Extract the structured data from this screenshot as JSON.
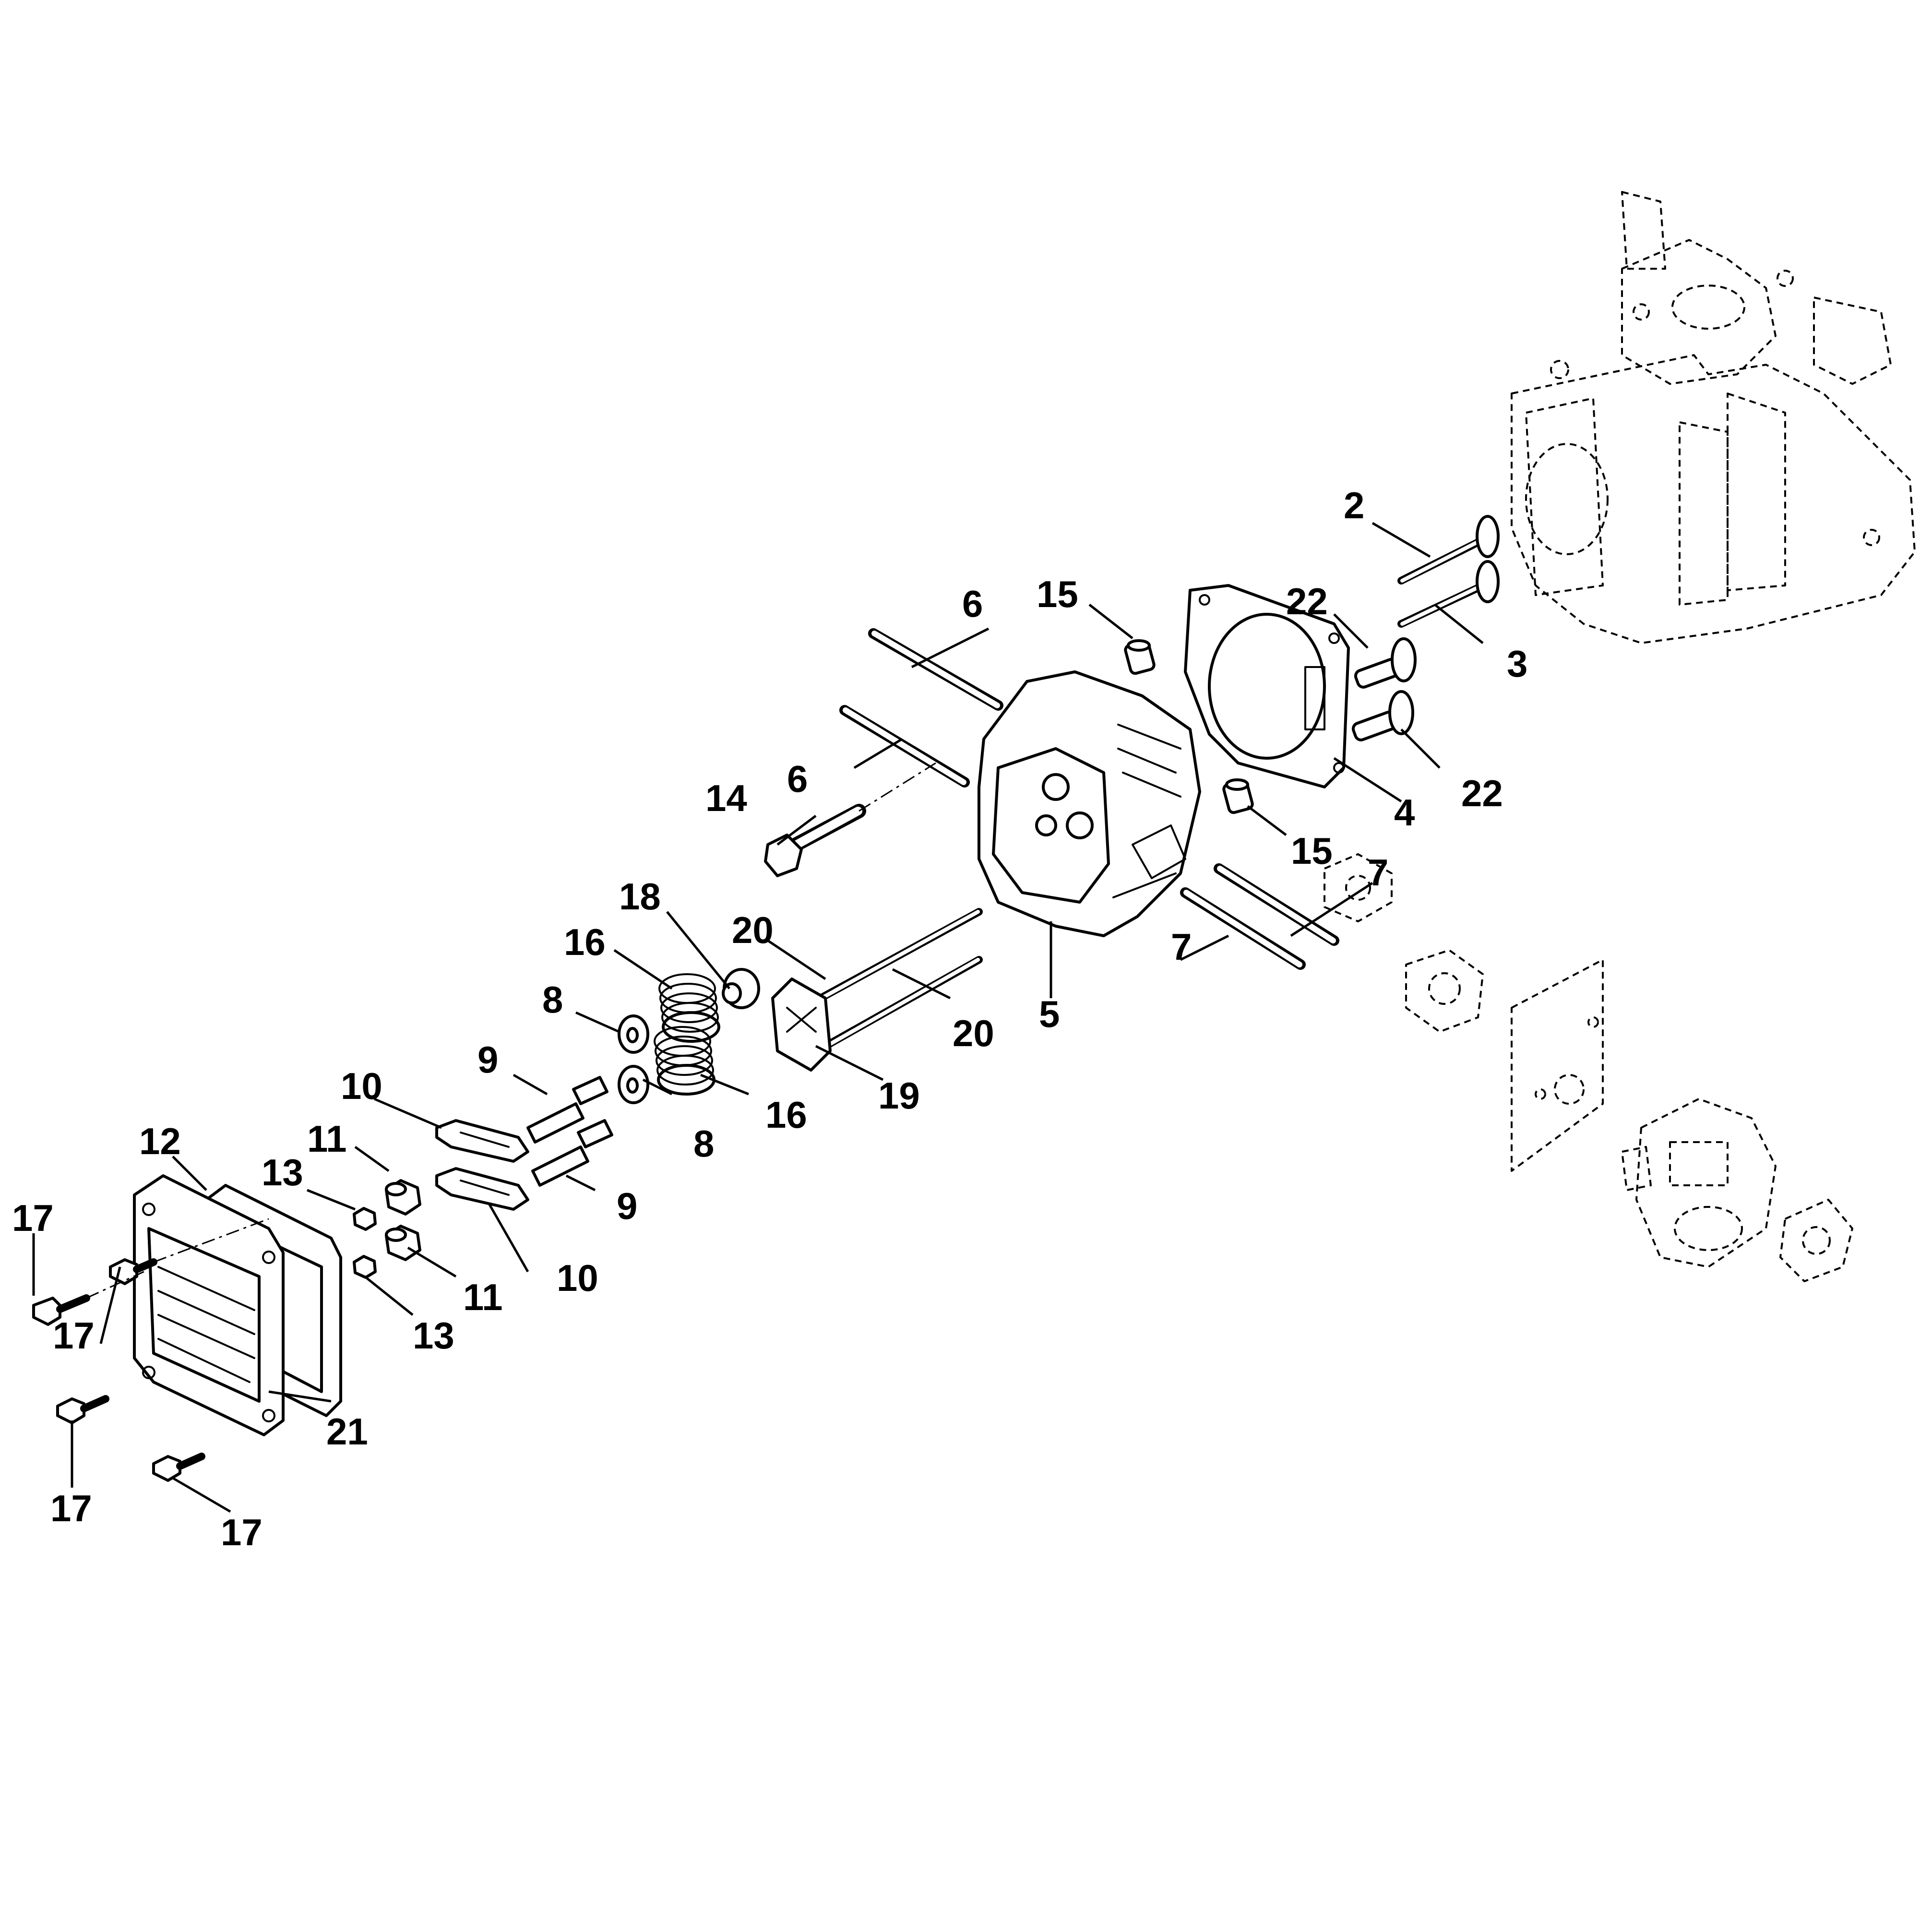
{
  "callouts": {
    "c2": "2",
    "c3": "3",
    "c4": "4",
    "c5": "5",
    "c6a": "6",
    "c6b": "6",
    "c7a": "7",
    "c7b": "7",
    "c8a": "8",
    "c8b": "8",
    "c9a": "9",
    "c9b": "9",
    "c10a": "10",
    "c10b": "10",
    "c11a": "11",
    "c11b": "11",
    "c12": "12",
    "c13a": "13",
    "c13b": "13",
    "c14": "14",
    "c15a": "15",
    "c15b": "15",
    "c16a": "16",
    "c16b": "16",
    "c17a": "17",
    "c17b": "17",
    "c17c": "17",
    "c17d": "17",
    "c18": "18",
    "c19": "19",
    "c20a": "20",
    "c20b": "20",
    "c21": "21",
    "c22a": "22",
    "c22b": "22"
  }
}
